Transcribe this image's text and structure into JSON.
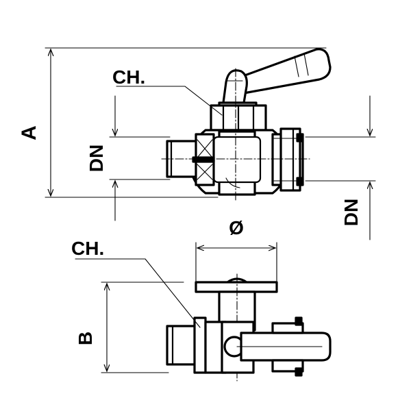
{
  "labels": {
    "ch_top": "CH.",
    "ch_bottom": "CH.",
    "a": "A",
    "b": "B",
    "dn_left": "DN",
    "dn_right": "DN",
    "diameter": "Ø"
  }
}
